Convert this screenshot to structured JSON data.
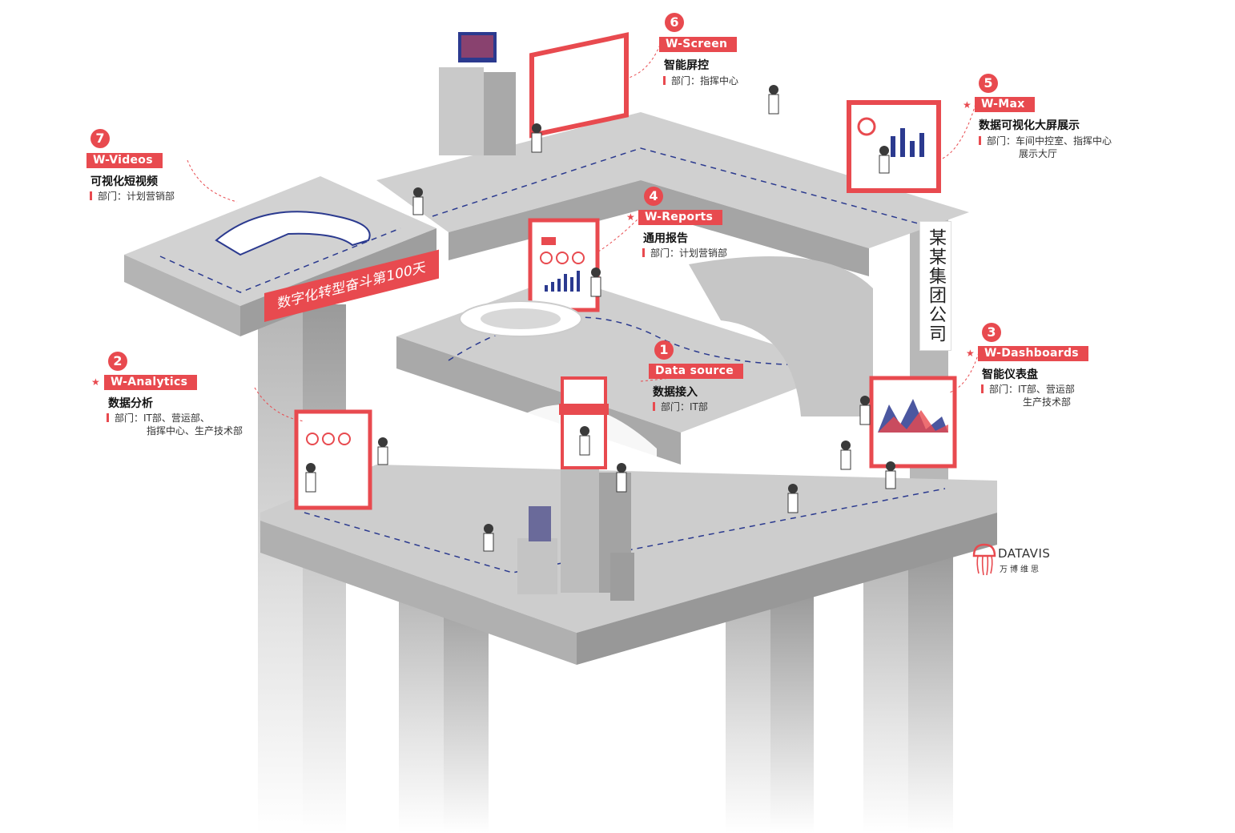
{
  "colors": {
    "accent": "#e84a4f",
    "navy": "#2b3a8f",
    "structure": "#b9b9b9"
  },
  "banner": "数字化转型奋斗第100天",
  "company": "某某集团公司",
  "logo": {
    "name": "DATAVIS",
    "sub": "万博维思",
    "icon": "jellyfish-icon"
  },
  "callouts": [
    {
      "num": "1",
      "tag": "Data source",
      "title": "数据接入",
      "dept": "部门：IT部",
      "dept2": ""
    },
    {
      "num": "2",
      "tag": "W-Analytics",
      "title": "数据分析",
      "dept": "部门：IT部、营运部、",
      "dept2": "指挥中心、生产技术部"
    },
    {
      "num": "3",
      "tag": "W-Dashboards",
      "title": "智能仪表盘",
      "dept": "部门：IT部、营运部",
      "dept2": "生产技术部"
    },
    {
      "num": "4",
      "tag": "W-Reports",
      "title": "通用报告",
      "dept": "部门：计划营销部",
      "dept2": ""
    },
    {
      "num": "5",
      "tag": "W-Max",
      "title": "数据可视化大屏展示",
      "dept": "部门：车间中控室、指挥中心",
      "dept2": "展示大厅"
    },
    {
      "num": "6",
      "tag": "W-Screen",
      "title": "智能屏控",
      "dept": "部门：指挥中心",
      "dept2": ""
    },
    {
      "num": "7",
      "tag": "W-Videos",
      "title": "可视化短视频",
      "dept": "部门：计划营销部",
      "dept2": ""
    }
  ]
}
